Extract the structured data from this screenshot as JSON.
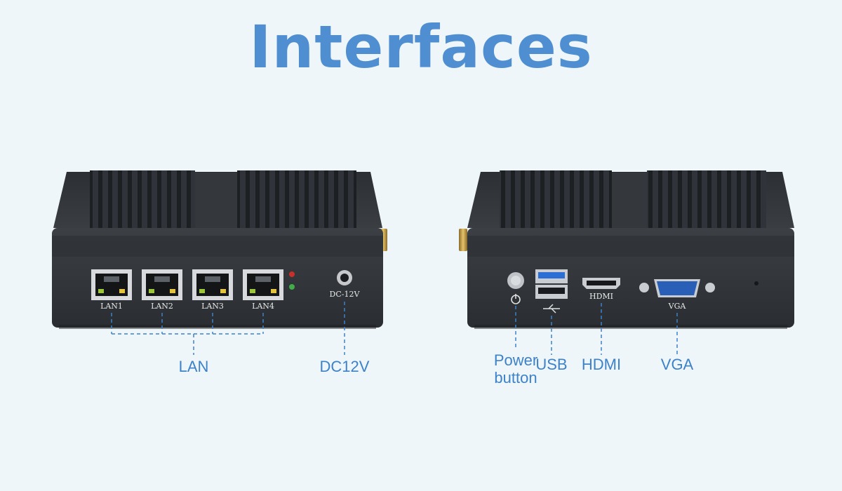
{
  "title": "Interfaces",
  "front_ports": {
    "lan": [
      "LAN1",
      "LAN2",
      "LAN3",
      "LAN4"
    ],
    "dc": "DC-12V"
  },
  "back_ports": {
    "hdmi": "HDMI",
    "vga": "VGA"
  },
  "callouts": {
    "lan": "LAN",
    "dc": "DC12V",
    "power_line1": "Power",
    "power_line2": "button",
    "usb": "USB",
    "hdmi": "HDMI",
    "vga": "VGA"
  },
  "colors": {
    "accent": "#4f8fd1",
    "callout": "#3d82c9",
    "chassis": "#2f3236"
  }
}
